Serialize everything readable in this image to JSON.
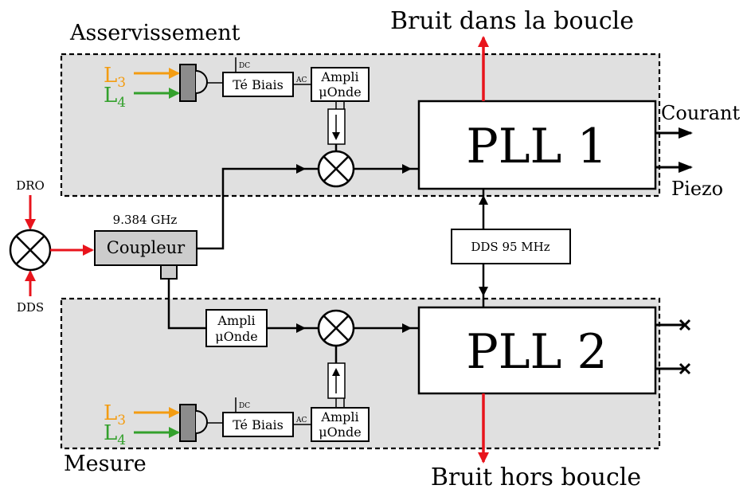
{
  "labels": {
    "top_title": "Bruit dans la boucle",
    "bottom_title": "Bruit hors boucle",
    "region_top": "Asservissement",
    "region_bottom": "Mesure",
    "pll1": "PLL 1",
    "pll2": "PLL 2",
    "output_courant": "Courant",
    "output_piezo": "Piezo",
    "dro": "DRO",
    "dds": "DDS",
    "freq": "9.384 GHz",
    "coupleur": "Coupleur",
    "dds95": "DDS 95 MHz",
    "te_biais": "Té Biais",
    "dc": "DC",
    "ac": "AC",
    "ampli_line1": "Ampli",
    "ampli_line2": "μOnde",
    "l3_main": "L",
    "l3_sub": "3",
    "l4_main": "L",
    "l4_sub": "4"
  },
  "colors": {
    "orange": "#f39c12",
    "green": "#33a02c",
    "red": "#e8141c",
    "panel": "#e0e0e0",
    "coupler_fill": "#cccccc",
    "detector": "#8c8c8c"
  }
}
